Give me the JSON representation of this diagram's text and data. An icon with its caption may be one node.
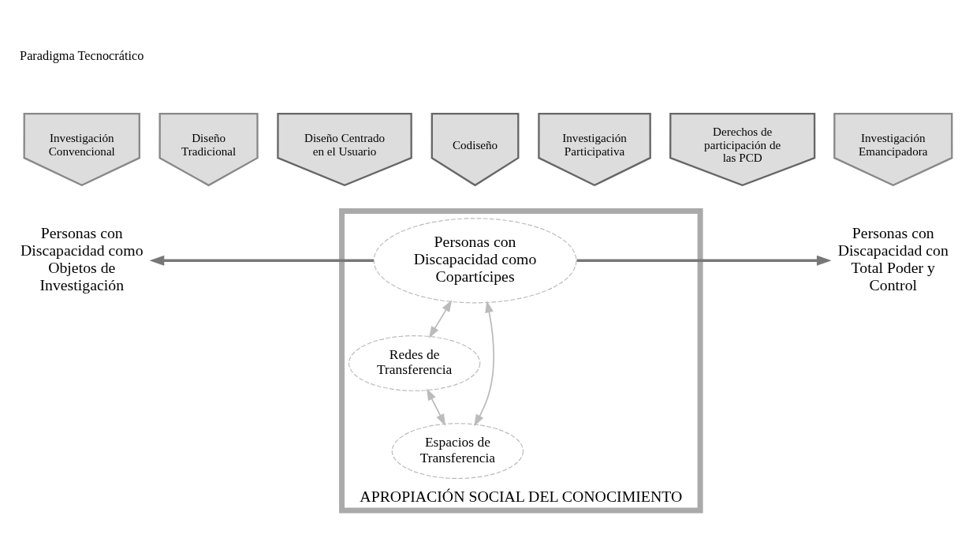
{
  "diagram": {
    "nodes": [
      {
        "text": [
          "Investigación Convencional"
        ]
      },
      {
        "text": [
          "Diseño Tradicional"
        ]
      },
      {
        "text": [
          "Diseño Centrado en el Usuario"
        ]
      },
      {
        "text": [
          "Codiseño"
        ]
      },
      {
        "text": [
          "Investigación Participativa"
        ]
      },
      {
        "text": [
          "Derechos de participación de las PCD"
        ]
      },
      {
        "text": [
          "Investigación Emancipadora"
        ]
      },
      {
        "text": [
          "Personas con Discapacidad como Objetos de Investigación"
        ]
      },
      {
        "text": [
          "APROPIACIÓN SOCIAL DEL CONOCIMIENTO"
        ]
      },
      {
        "text": [
          "Personas con Discapacidad como Copartícipes"
        ],
        "in": 8
      },
      {
        "text": [
          "Personas con Discapacidad con Total Poder y Control"
        ]
      },
      {
        "text": [
          "Redes de Transferencia"
        ],
        "in": 8
      },
      {
        "text": [
          "Espacios de Transferencia"
        ],
        "in": 8
      }
    ],
    "edges": [
      {
        "from": 9,
        "to": 7,
        "arrow": "to",
        "color": "#777777"
      },
      {
        "from": 9,
        "to": 10,
        "arrow": "to",
        "color": "#777777"
      },
      {
        "from": 9,
        "to": 11,
        "arrow": "both"
      },
      {
        "from": 9,
        "to": 12,
        "arrow": "both"
      },
      {
        "from": 11,
        "to": 12,
        "arrow": "both"
      }
    ],
    "labels": [
      "Paradigma Tecnocrático"
    ]
  }
}
